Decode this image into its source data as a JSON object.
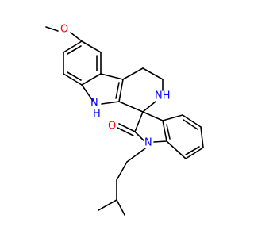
{
  "diagram": {
    "type": "chemical-structure",
    "atom_labels": {
      "methoxy_oxygen": "O",
      "indole_nh": "H\nN",
      "amine_nh": "NH",
      "carbonyl_oxygen": "O",
      "lactam_n": "N"
    },
    "colors": {
      "bond": "#000000",
      "nitrogen": "#0000ff",
      "oxygen": "#ff0000",
      "background": "#ffffff"
    }
  }
}
